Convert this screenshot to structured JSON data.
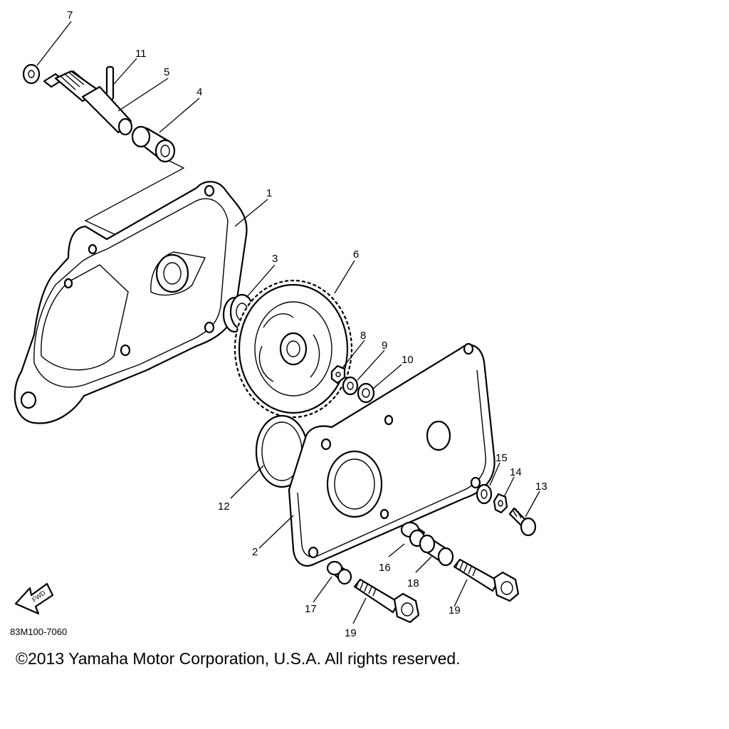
{
  "diagram_code": "83M100-7060",
  "copyright": "©2013 Yamaha Motor Corporation, U.S.A. All rights reserved.",
  "fwd_label": "FWD",
  "callouts": {
    "c1": "1",
    "c2": "2",
    "c3": "3",
    "c4": "4",
    "c5": "5",
    "c6": "6",
    "c7": "7",
    "c8": "8",
    "c9": "9",
    "c10": "10",
    "c11": "11",
    "c12": "12",
    "c13": "13",
    "c14": "14",
    "c15": "15",
    "c16": "16",
    "c17": "17",
    "c18": "18",
    "c19a": "19",
    "c19b": "19"
  }
}
